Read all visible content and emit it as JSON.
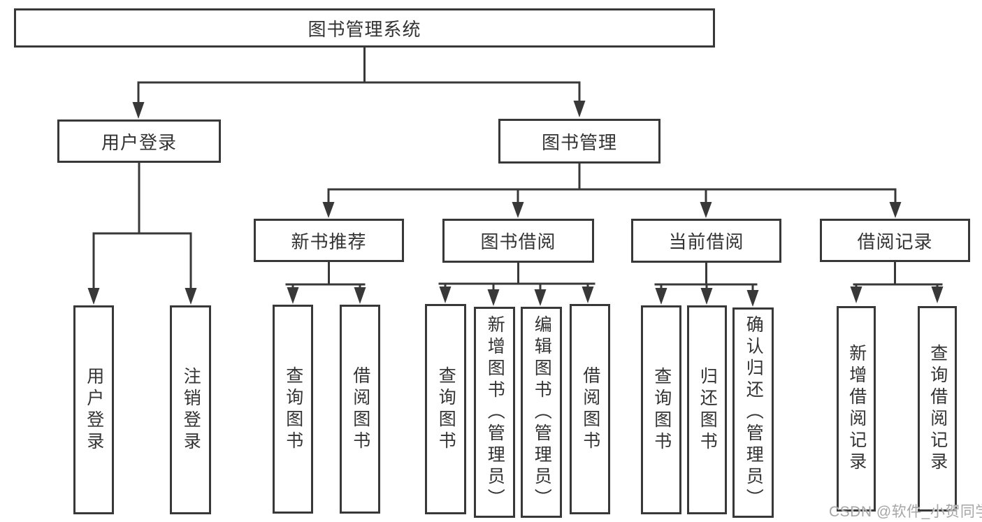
{
  "diagram": {
    "root": "图书管理系统",
    "level1": [
      "用户登录",
      "图书管理"
    ],
    "level2": [
      "新书推荐",
      "图书借阅",
      "当前借阅",
      "借阅记录"
    ],
    "leaves_user_login": [
      "用户登录",
      "注销登录"
    ],
    "leaves_new_book": [
      "查询图书",
      "借阅图书"
    ],
    "leaves_book_borrow": [
      "查询图书",
      "新增图书（管理员）",
      "编辑图书（管理员）",
      "借阅图书"
    ],
    "leaves_current_borrow": [
      "查询图书",
      "归还图书",
      "确认归还（管理员）"
    ],
    "leaves_borrow_records": [
      "新增借阅记录",
      "查询借阅记录"
    ]
  },
  "watermark": "CSDN @软件_小贺同学",
  "colors": {
    "line": "#383838",
    "box_border": "#383838",
    "text": "#333333",
    "watermark": "#a6a6a6",
    "background": "#ffffff"
  }
}
